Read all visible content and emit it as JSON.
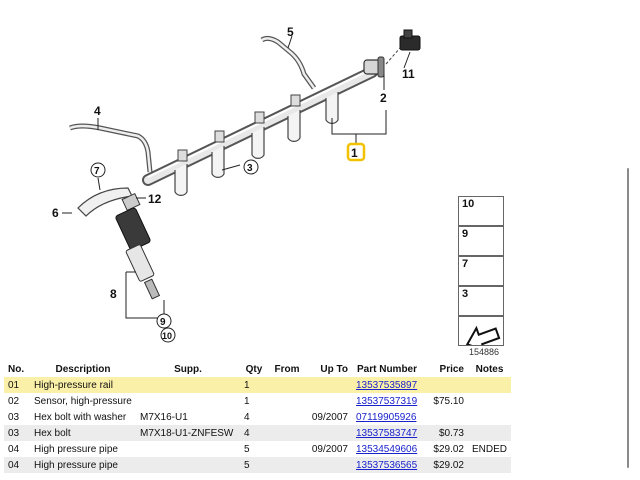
{
  "diagram": {
    "callouts": [
      "1",
      "2",
      "3",
      "4",
      "5",
      "6",
      "7",
      "8",
      "9",
      "10",
      "11",
      "12"
    ],
    "reference_number": "154886",
    "side_legend": [
      "10",
      "9",
      "7",
      "3"
    ]
  },
  "table": {
    "headers": {
      "no": "No.",
      "desc": "Description",
      "supp": "Supp.",
      "qty": "Qty",
      "from": "From",
      "upto": "Up To",
      "part": "Part Number",
      "price": "Price",
      "notes": "Notes"
    },
    "rows": [
      {
        "no": "01",
        "desc": "High-pressure rail",
        "supp": "",
        "qty": "1",
        "from": "",
        "upto": "",
        "part": "13537535897",
        "price": "",
        "notes": ""
      },
      {
        "no": "02",
        "desc": "Sensor, high-pressure",
        "supp": "",
        "qty": "1",
        "from": "",
        "upto": "",
        "part": "13537537319",
        "price": "$75.10",
        "notes": ""
      },
      {
        "no": "03",
        "desc": "Hex bolt with washer",
        "supp": "M7X16-U1",
        "qty": "4",
        "from": "",
        "upto": "09/2007",
        "part": "07119905926",
        "price": "",
        "notes": ""
      },
      {
        "no": "03",
        "desc": "Hex bolt",
        "supp": "M7X18-U1-ZNFESW",
        "qty": "4",
        "from": "",
        "upto": "",
        "part": "13537583747",
        "price": "$0.73",
        "notes": ""
      },
      {
        "no": "04",
        "desc": "High pressure pipe",
        "supp": "",
        "qty": "5",
        "from": "",
        "upto": "09/2007",
        "part": "13534549606",
        "price": "$29.02",
        "notes": "ENDED"
      },
      {
        "no": "04",
        "desc": "High pressure pipe",
        "supp": "",
        "qty": "5",
        "from": "",
        "upto": "",
        "part": "13537536565",
        "price": "$29.02",
        "notes": ""
      }
    ]
  },
  "colors": {
    "highlight_row": "#fbf0a8",
    "alt_row": "#ececec",
    "link": "#1a22cc",
    "callout_highlight": "#f2c200"
  }
}
